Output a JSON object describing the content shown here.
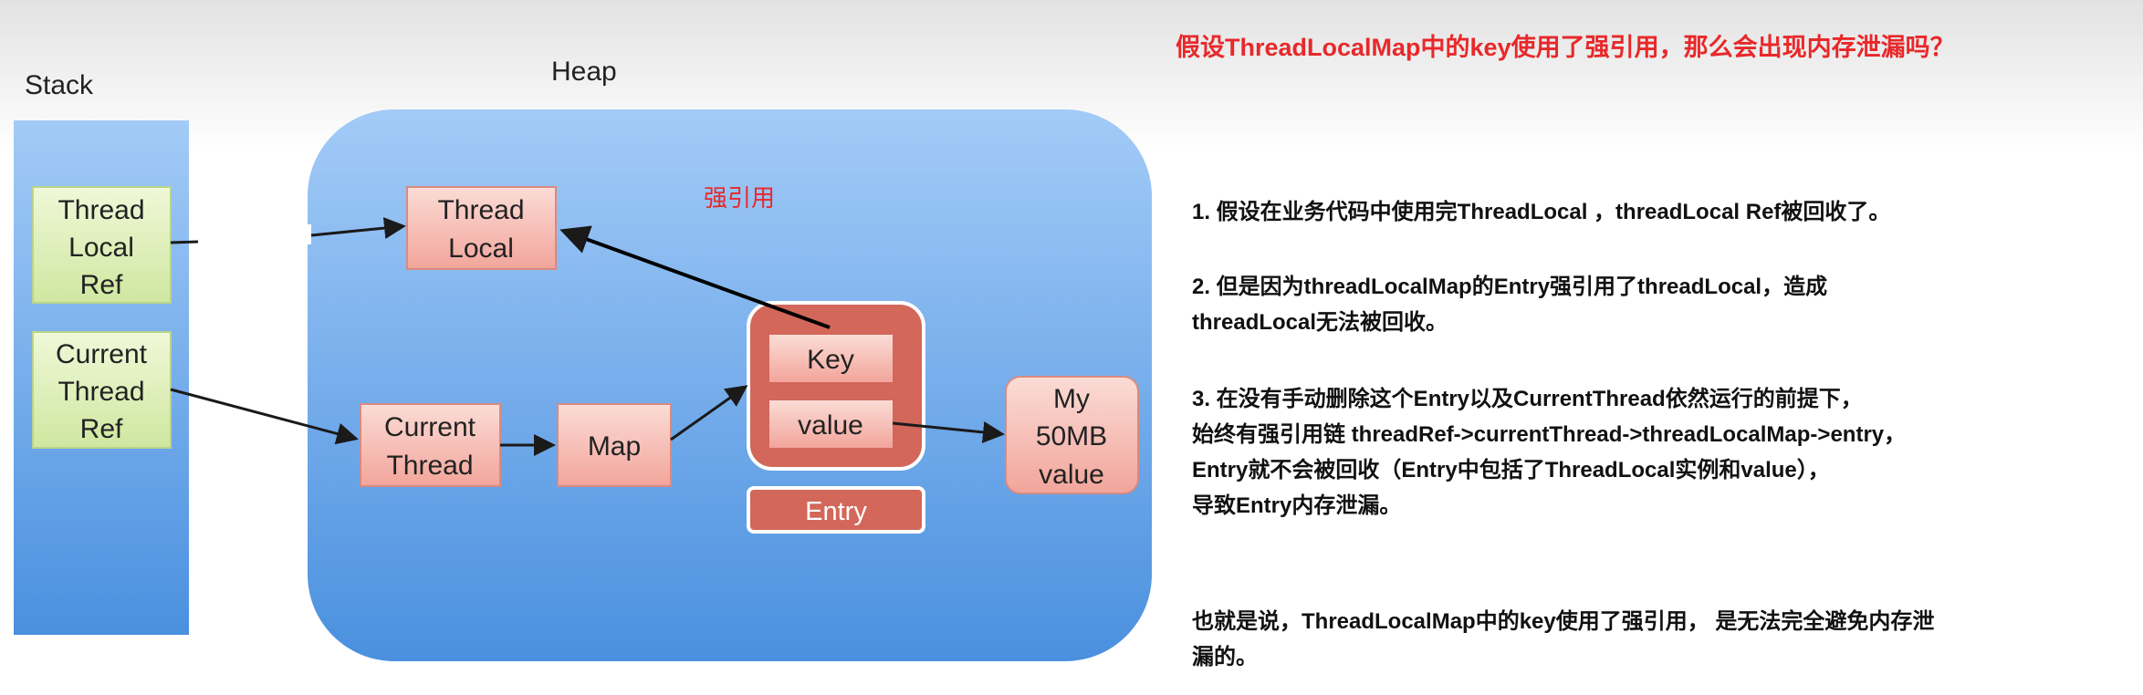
{
  "title": "假设ThreadLocalMap中的key使用了强引用，那么会出现内存泄漏吗？",
  "diagram": {
    "stack_label": "Stack",
    "heap_label": "Heap",
    "strong_ref_label": "强引用",
    "thread_local_ref": [
      "Thread",
      "Local",
      "Ref"
    ],
    "current_thread_ref": [
      "Current",
      "Thread",
      "Ref"
    ],
    "thread_local": [
      "Thread",
      "Local"
    ],
    "current_thread": [
      "Current",
      "Thread"
    ],
    "map": "Map",
    "key": "Key",
    "value": "value",
    "entry": "Entry",
    "big_value": [
      "My",
      "50MB",
      "value"
    ]
  },
  "paragraphs": {
    "p1": "1. 假设在业务代码中使用完ThreadLocal ，threadLocal Ref被回收了。",
    "p2_l1": "2. 但是因为threadLocalMap的Entry强引用了threadLocal，造成",
    "p2_l2": "threadLocal无法被回收。",
    "p3_l1": "3. 在没有手动删除这个Entry以及CurrentThread依然运行的前提下，",
    "p3_l2": "始终有强引用链 threadRef->currentThread->threadLocalMap->entry，",
    "p3_l3": "Entry就不会被回收（Entry中包括了ThreadLocal实例和value），",
    "p3_l4": "导致Entry内存泄漏。",
    "c_l1": "也就是说，ThreadLocalMap中的key使用了强引用， 是无法完全避免内存泄",
    "c_l2": "漏的。"
  }
}
